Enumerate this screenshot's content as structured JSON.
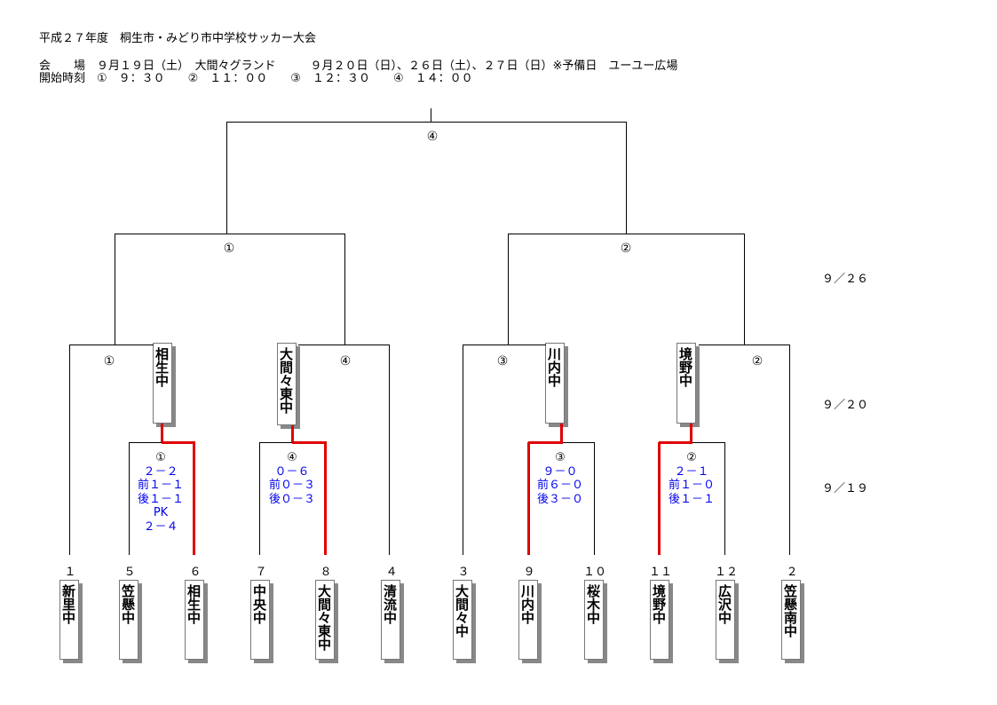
{
  "header": {
    "title": "平成２７年度　桐生市・みどり市中学校サッカー大会",
    "venue_line": "会　　場　９月１９日（土）　大間々グランド　　　９月２０日（日）、２６日（土）、２７日（日）※予備日　ユーユー広場",
    "time_line": "開始時刻　①　９：３０　　②　１１：００　　③　１２：３０　　④　１４：００"
  },
  "dates": {
    "semi": "９／２６",
    "quarter": "９／２０",
    "first": "９／１９"
  },
  "rounds": {
    "final": "④",
    "semi_left": "①",
    "semi_right": "②",
    "qf": [
      "①",
      "④",
      "③",
      "②"
    ]
  },
  "seeds": [
    "１",
    "５",
    "６",
    "７",
    "８",
    "４",
    "３",
    "９",
    "１０",
    "１１",
    "１２",
    "２"
  ],
  "teams": [
    "新里中",
    "笠懸中",
    "相生中",
    "中央中",
    "大間々東中",
    "清流中",
    "大間々中",
    "川内中",
    "桜木中",
    "境野中",
    "広沢中",
    "笠懸南中"
  ],
  "winners": [
    "相生中",
    "大間々東中",
    "川内中",
    "境野中"
  ],
  "matches": [
    {
      "round": "①",
      "score": "２－２",
      "first_half": "前１－１",
      "second_half": "後１－１",
      "pk_label": "PK",
      "pk": "２－４"
    },
    {
      "round": "④",
      "score": "０－６",
      "first_half": "前０－３",
      "second_half": "後０－３"
    },
    {
      "round": "③",
      "score": "９－０",
      "first_half": "前６－０",
      "second_half": "後３－０"
    },
    {
      "round": "②",
      "score": "２－１",
      "first_half": "前１－０",
      "second_half": "後１－１"
    }
  ],
  "colors": {
    "winner_line": "#e00000",
    "score_text": "#0000ee"
  }
}
